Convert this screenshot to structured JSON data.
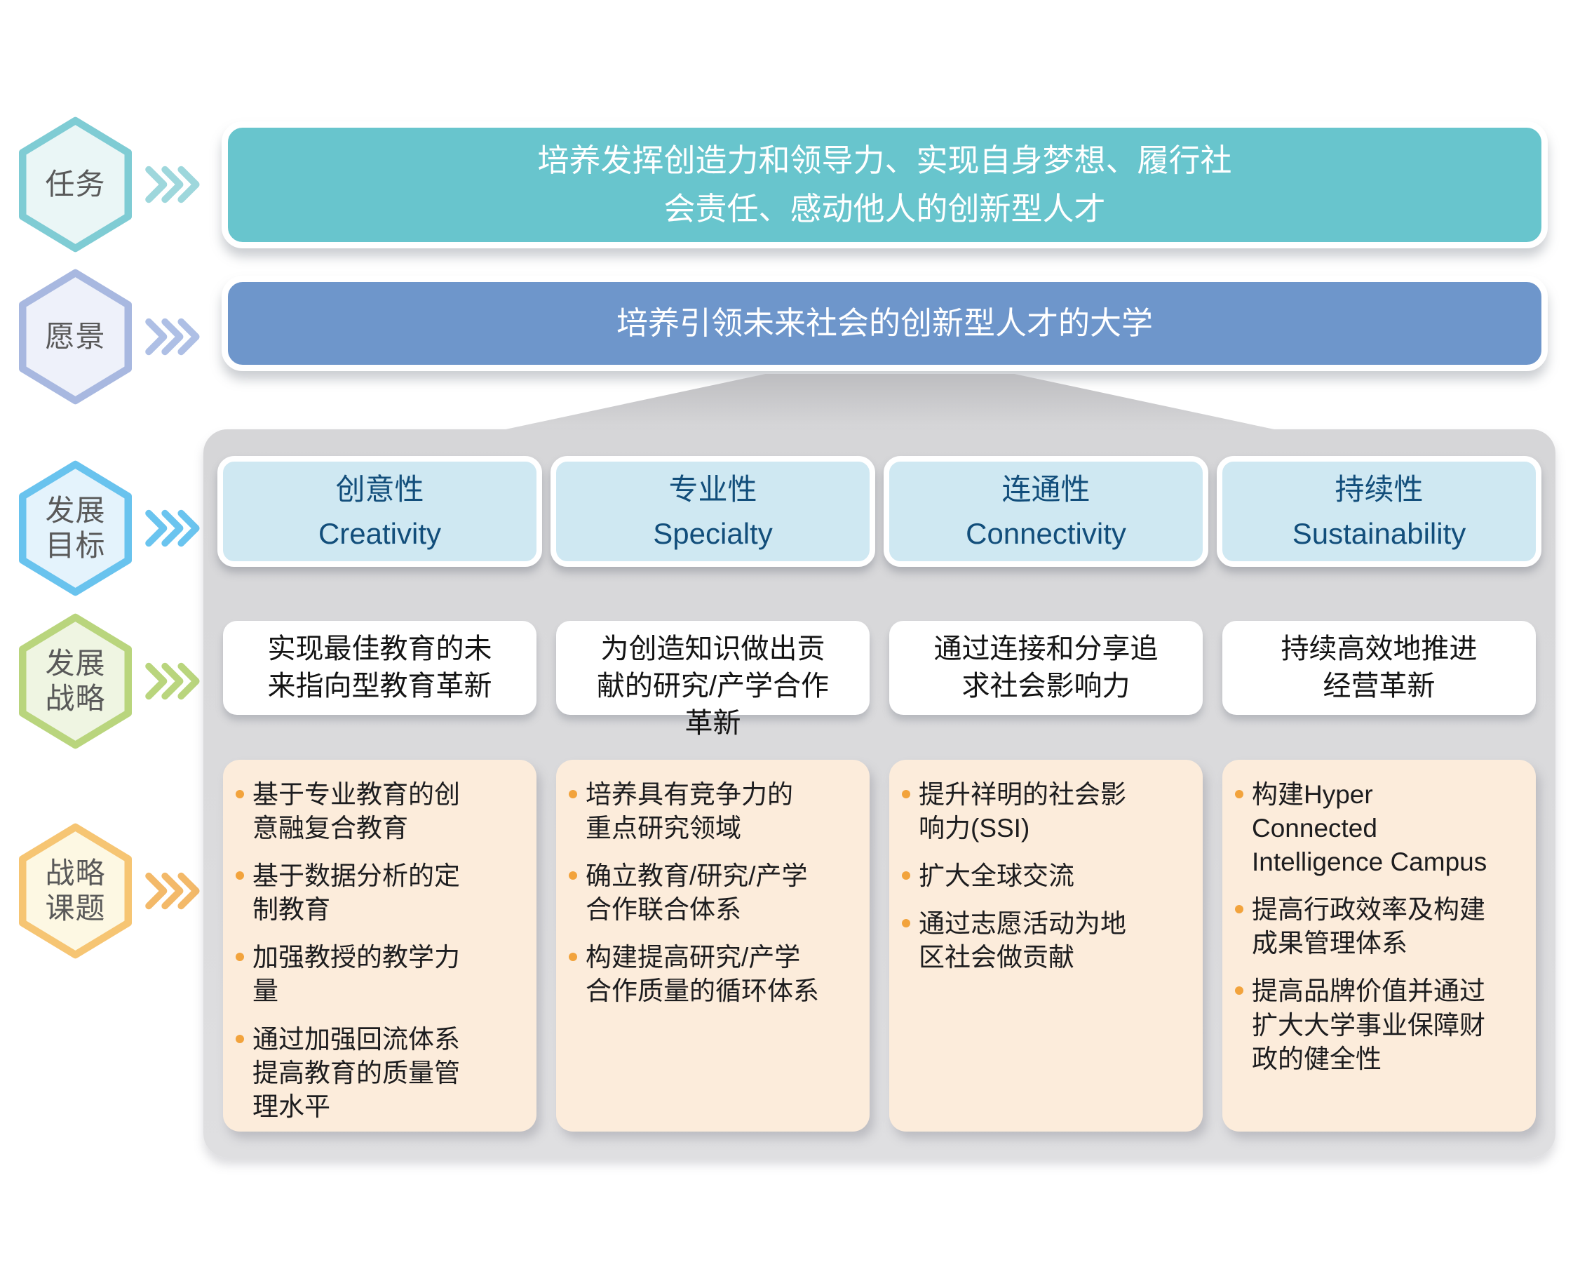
{
  "colors": {
    "mission_fill": "#68c5cd",
    "vision_fill": "#6e96cb",
    "goal_fill": "#cfe8f2",
    "goal_text": "#124e7b",
    "panel_gray": "#dadadc",
    "topic_fill": "#fcecdb",
    "bullet_orange": "#f2a33c",
    "hex_mission_border": "#7fccd4",
    "hex_vision_border": "#a8b8e0",
    "hex_goals_border": "#69c3ee",
    "hex_strategy_border": "#b9d57d",
    "hex_topics_border": "#f6c573"
  },
  "rows": {
    "mission": {
      "hex": "任务",
      "text": "培养发挥创造力和领导力、实现自身梦想、履行社\n会责任、感动他人的创新型人才"
    },
    "vision": {
      "hex": "愿景",
      "text": "培养引领未来社会的创新型人才的大学"
    },
    "goals": {
      "hex": "发展\n目标",
      "items": [
        {
          "zh": "创意性",
          "en": "Creativity"
        },
        {
          "zh": "专业性",
          "en": "Specialty"
        },
        {
          "zh": "连通性",
          "en": "Connectivity"
        },
        {
          "zh": "持续性",
          "en": "Sustainability"
        }
      ]
    },
    "strategies": {
      "hex": "发展\n战略",
      "items": [
        "实现最佳教育的未\n来指向型教育革新",
        "为创造知识做出贡\n献的研究/产学合作\n革新",
        "通过连接和分享追\n求社会影响力",
        "持续高效地推进\n经营革新"
      ]
    },
    "topics": {
      "hex": "战略\n课题",
      "columns": [
        [
          "基于专业教育的创\n意融复合教育",
          "基于数据分析的定\n制教育",
          "加强教授的教学力\n量",
          "通过加强回流体系\n提高教育的质量管\n理水平"
        ],
        [
          "培养具有竞争力的\n重点研究领域",
          "确立教育/研究/产学\n合作联合体系",
          "构建提高研究/产学\n合作质量的循环体系"
        ],
        [
          "提升祥明的社会影\n响力(SSI)",
          "扩大全球交流",
          "通过志愿活动为地\n区社会做贡献"
        ],
        [
          "构建Hyper\nConnected\nIntelligence Campus",
          "提高行政效率及构建\n成果管理体系",
          "提高品牌价值并通过\n扩大大学事业保障财\n政的健全性"
        ]
      ]
    }
  }
}
